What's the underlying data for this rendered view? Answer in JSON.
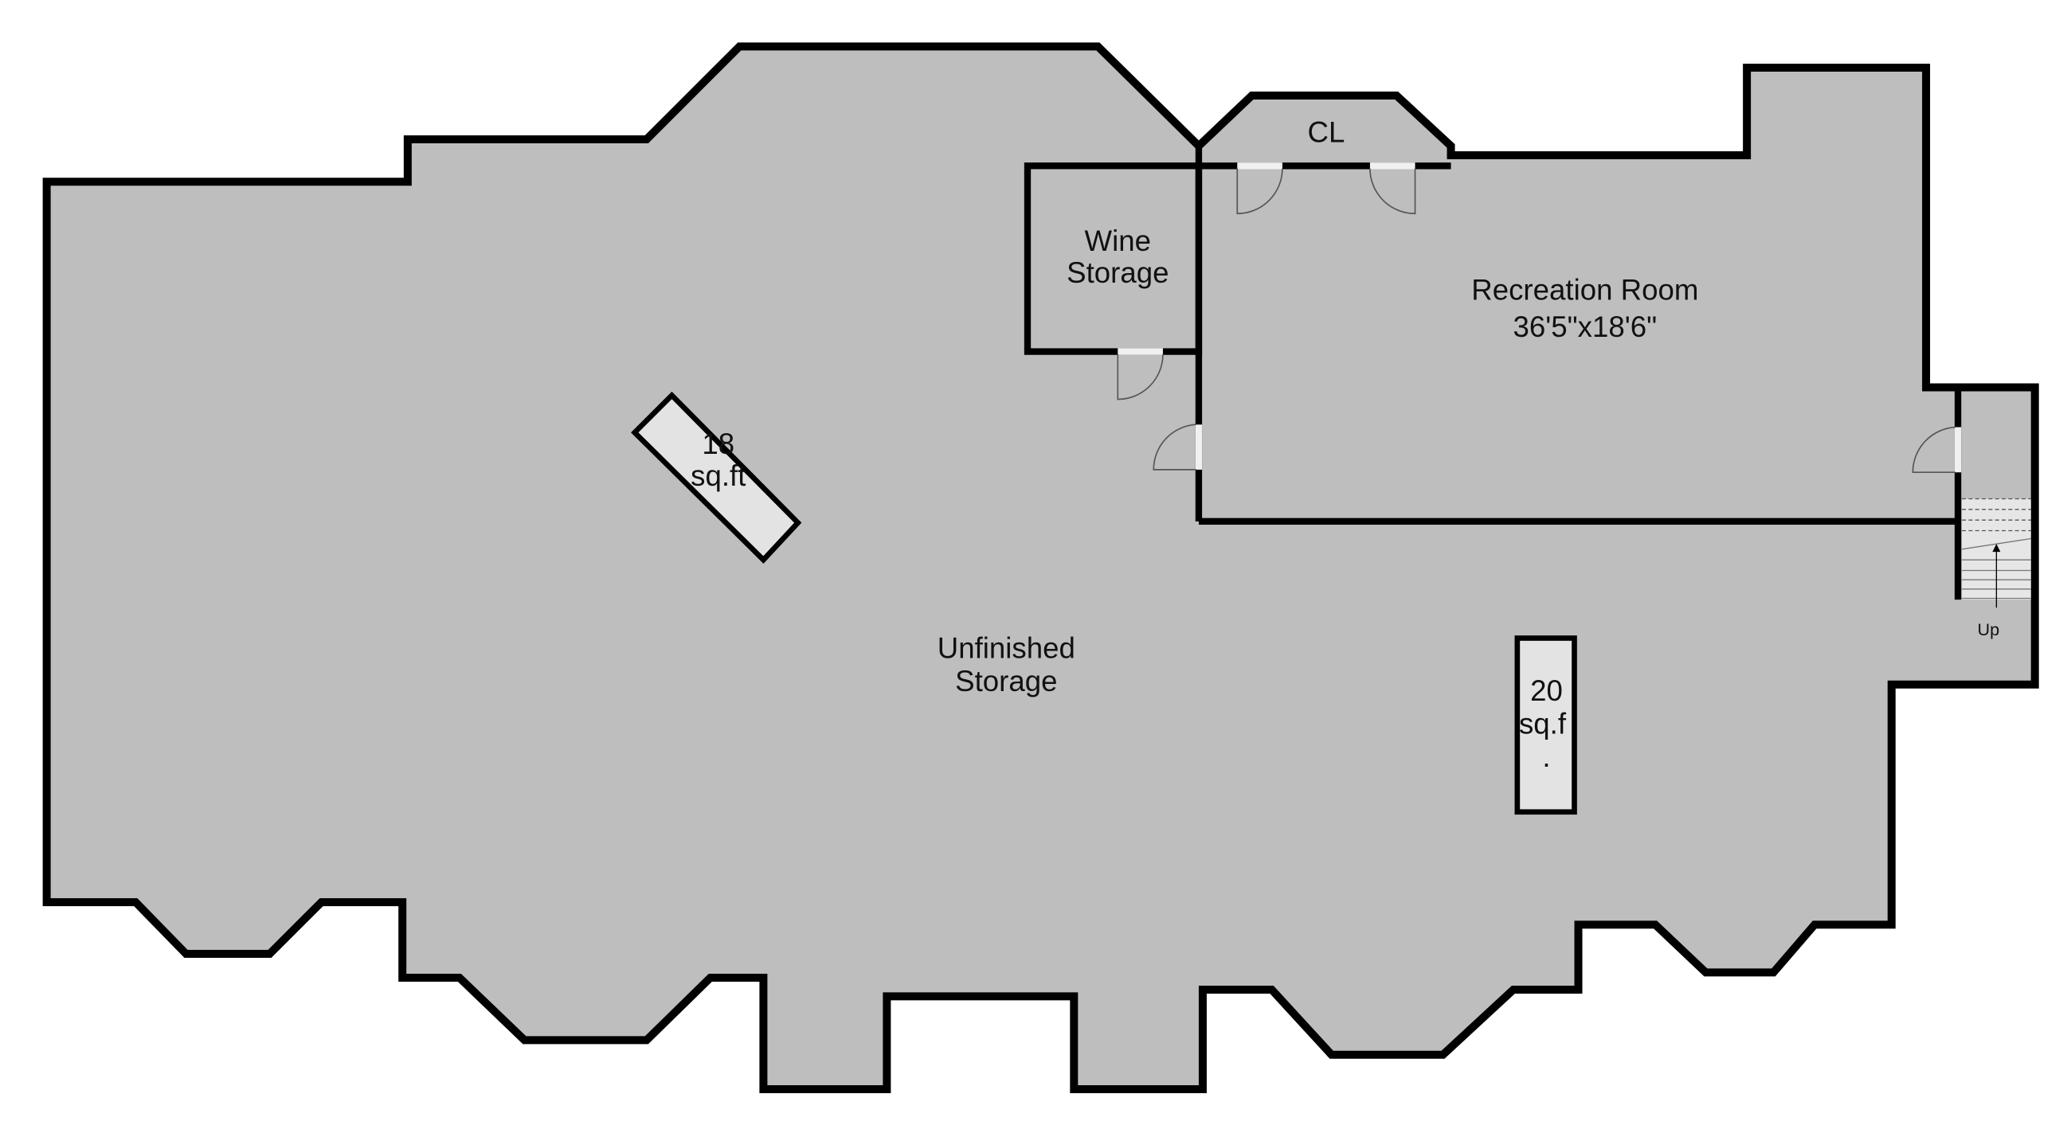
{
  "floorplan": {
    "colors": {
      "floor": "#bebebe",
      "wall": "#000000",
      "pillar": "#e3e3e3",
      "stairs": "#e6e6e6"
    },
    "rooms": {
      "unfinished": {
        "line1": "Unfinished",
        "line2": "Storage"
      },
      "wine": {
        "line1": "Wine",
        "line2": "Storage"
      },
      "closet": {
        "name": "CL"
      },
      "recreation": {
        "name": "Recreation Room",
        "dims": "36'5\"x18'6\""
      }
    },
    "pillars": {
      "diagonal": {
        "line1": "18",
        "line2": "sq.ft"
      },
      "vertical": {
        "line1": "20",
        "line2": "sq.f",
        "line3": "."
      }
    },
    "stairs": {
      "label": "Up"
    }
  }
}
